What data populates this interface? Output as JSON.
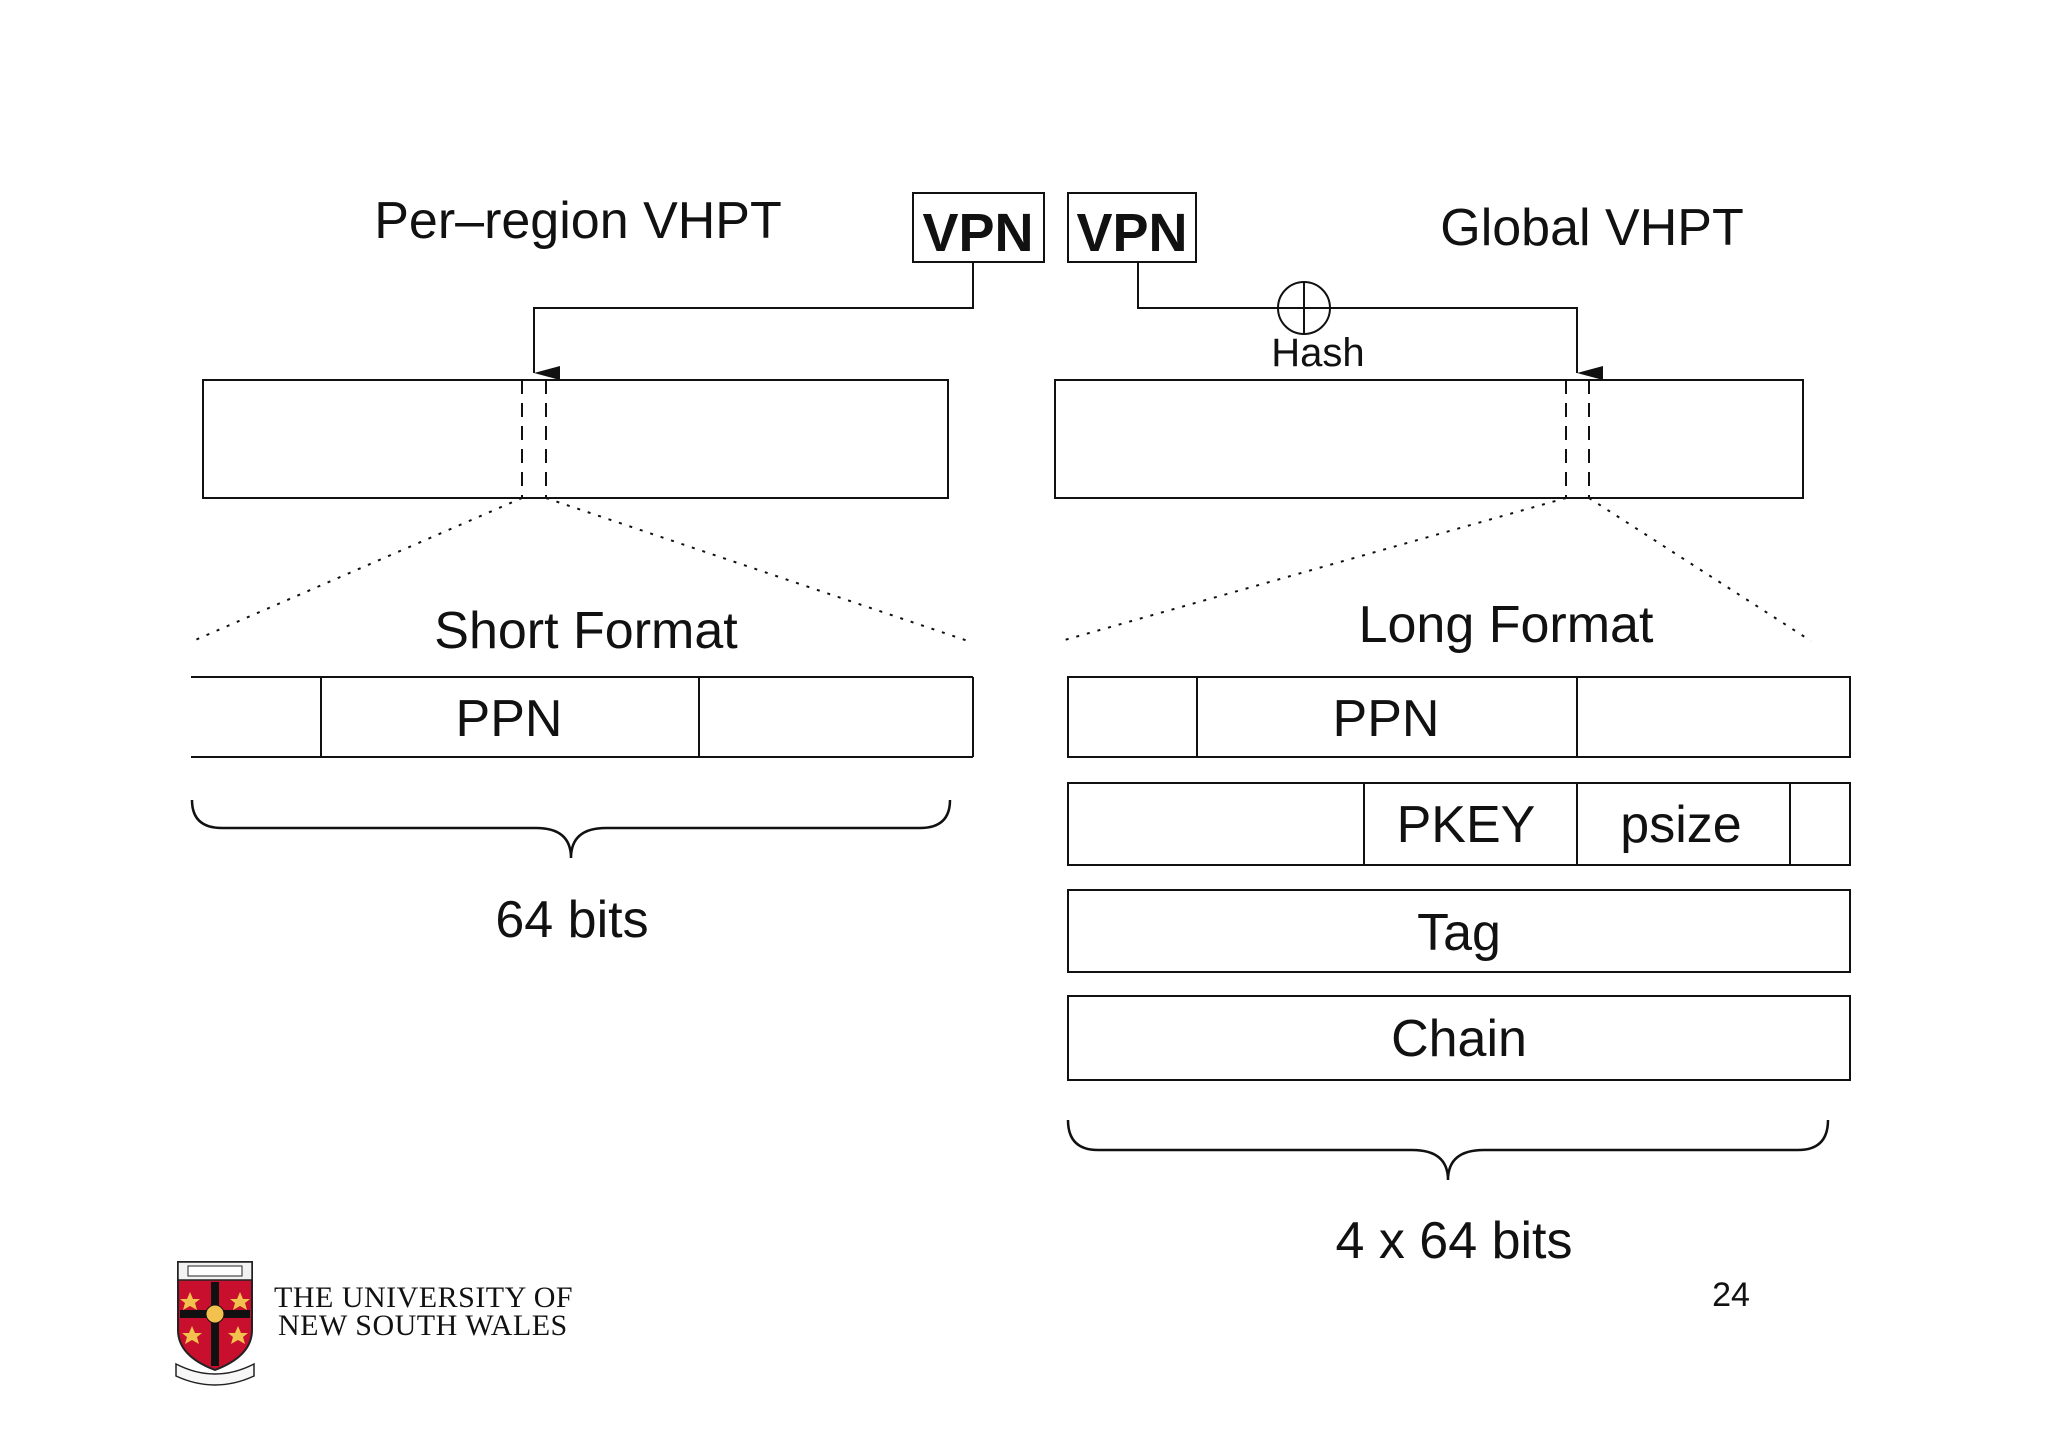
{
  "slide": {
    "page_number": "24",
    "institution": {
      "line1": "THE UNIVERSITY OF",
      "line2": "NEW SOUTH WALES"
    }
  },
  "diagram": {
    "left": {
      "title": "Per–region VHPT",
      "vpn_label": "VPN",
      "format_title": "Short Format",
      "entry_field": "PPN",
      "size_label": "64 bits"
    },
    "right": {
      "title": "Global VHPT",
      "vpn_label": "VPN",
      "hash_label": "Hash",
      "format_title": "Long Format",
      "row1_field": "PPN",
      "row2_field1": "PKEY",
      "row2_field2": "psize",
      "row3_field": "Tag",
      "row4_field": "Chain",
      "size_label": "4 x 64 bits"
    }
  }
}
